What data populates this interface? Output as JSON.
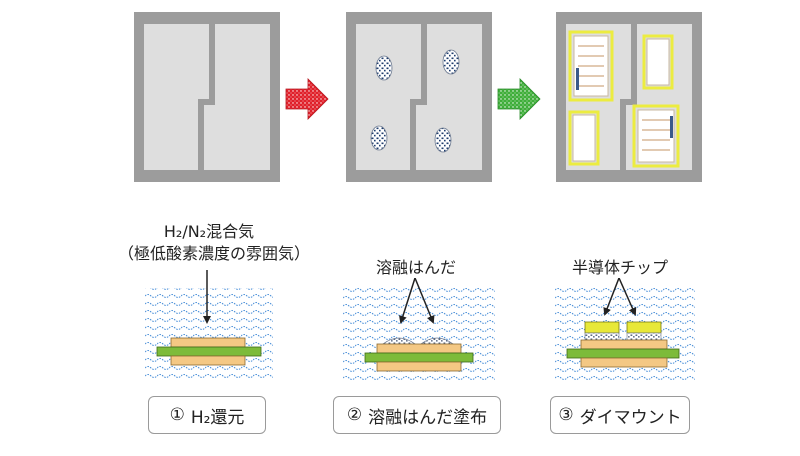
{
  "notes": {
    "gas_line1": "H₂/N₂混合気",
    "gas_line2": "（極低酸素濃度の雰囲気）",
    "solder": "溶融はんだ",
    "chip": "半導体チップ"
  },
  "steps": [
    {
      "number": "①",
      "label": "H₂還元"
    },
    {
      "number": "②",
      "label": "溶融はんだ塗布"
    },
    {
      "number": "③",
      "label": "ダイマウント"
    }
  ],
  "colors": {
    "panel_bg": "#9c9c9c",
    "panel_plate": "#dedede",
    "arrow_red": "#e0202a",
    "arrow_green": "#3fae3a",
    "copper": "#f4c884",
    "substrate": "#7dbb3a",
    "chip": "#e8e838",
    "wave": "#4a8fd8"
  }
}
